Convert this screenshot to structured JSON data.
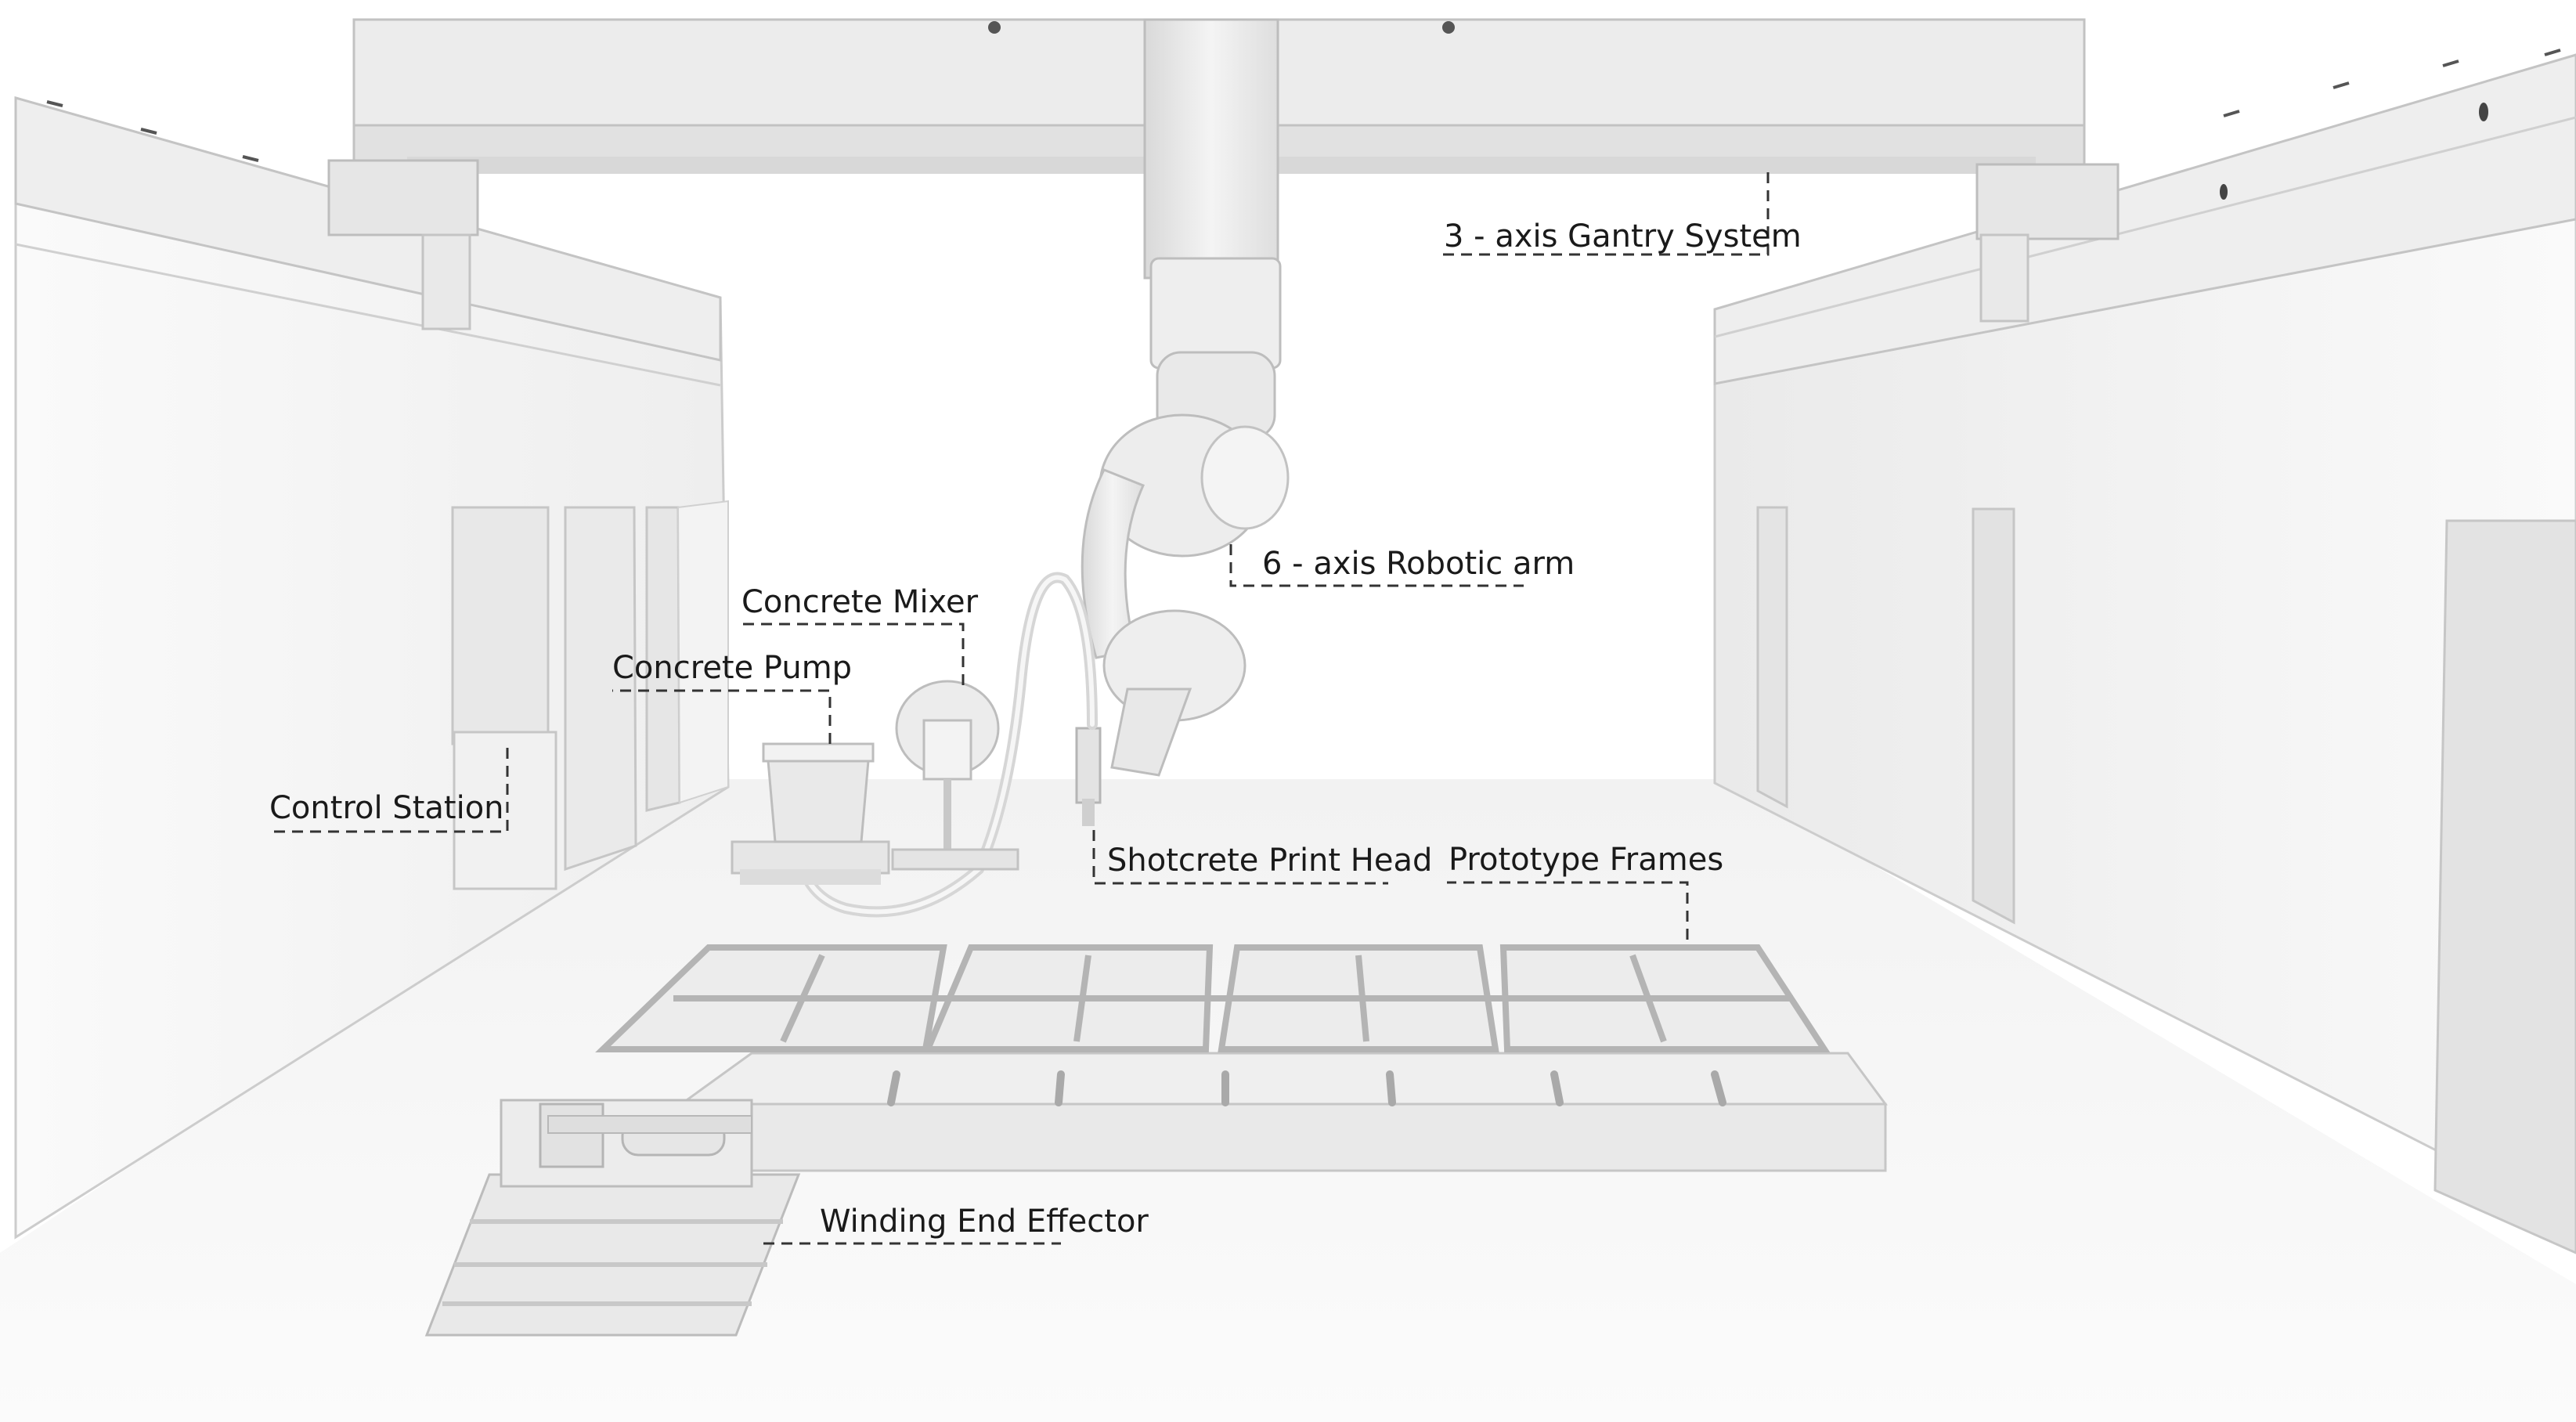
{
  "labels": {
    "gantry": "3 - axis Gantry System",
    "robot_arm": "6 - axis Robotic arm",
    "mixer": "Concrete Mixer",
    "pump": "Concrete Pump",
    "control_station": "Control Station",
    "print_head": "Shotcrete Print Head",
    "prototype_frames": "Prototype Frames",
    "winding_effector": "Winding End Effector"
  },
  "colors": {
    "background": "#ffffff",
    "floor": "#f3f3f3",
    "wall_face": "#f7f7f7",
    "wall_shadow": "#e4e4e4",
    "edge": "#c9c9c9",
    "machine": "#ececec",
    "machine_dark": "#cfcfcf",
    "text": "#1a1a1a"
  }
}
